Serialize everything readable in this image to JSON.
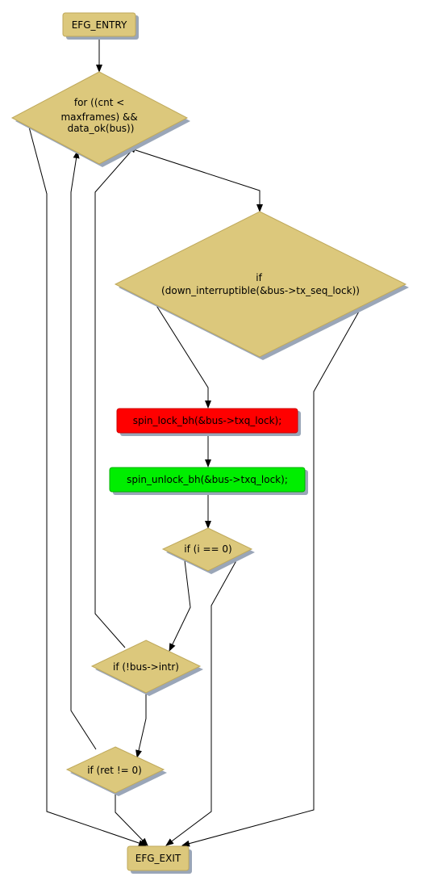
{
  "colors": {
    "node_fill": "#dcc87c",
    "node_stroke": "#bfa95c",
    "shadow": "#9aa6b8",
    "lock_fill": "#ff0000",
    "unlock_fill": "#00ee00",
    "edge": "#000000"
  },
  "nodes": {
    "entry": {
      "label": "EFG_ENTRY"
    },
    "for_loop": {
      "lines": [
        "for ((cnt <",
        "maxframes) &&",
        "data_ok(bus))"
      ]
    },
    "if_down": {
      "lines": [
        "if",
        "(down_interruptible(&bus->tx_seq_lock))"
      ]
    },
    "spin_lock": {
      "label": "spin_lock_bh(&bus->txq_lock);"
    },
    "spin_unlock": {
      "label": "spin_unlock_bh(&bus->txq_lock);"
    },
    "if_i": {
      "label": "if (i == 0)"
    },
    "if_intr": {
      "label": "if (!bus->intr)"
    },
    "if_ret": {
      "label": "if (ret != 0)"
    },
    "exit": {
      "label": "EFG_EXIT"
    }
  }
}
